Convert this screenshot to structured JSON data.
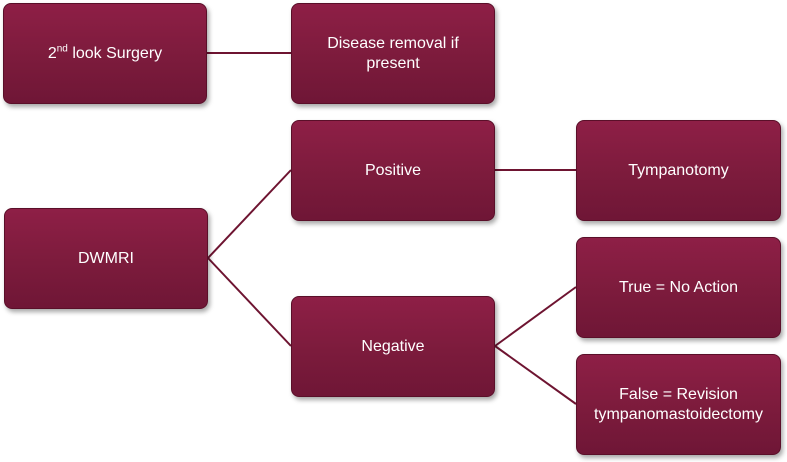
{
  "diagram": {
    "nodes": {
      "surgery": {
        "prefix": "2",
        "superscript": "nd",
        "suffix": " look Surgery"
      },
      "disease_removal": {
        "label": "Disease removal if present"
      },
      "dwmri": {
        "label": "DWMRI"
      },
      "positive": {
        "label": "Positive"
      },
      "tympanotomy": {
        "label": "Tympanotomy"
      },
      "negative": {
        "label": "Negative"
      },
      "true_no_action": {
        "label": "True = No Action"
      },
      "false_revision": {
        "label": "False = Revision tympanomastoidectomy"
      }
    },
    "colors": {
      "node_fill": "#7c1b3c",
      "node_border": "#5a0f29",
      "connector": "#6e1431",
      "text": "#ffffff"
    }
  }
}
